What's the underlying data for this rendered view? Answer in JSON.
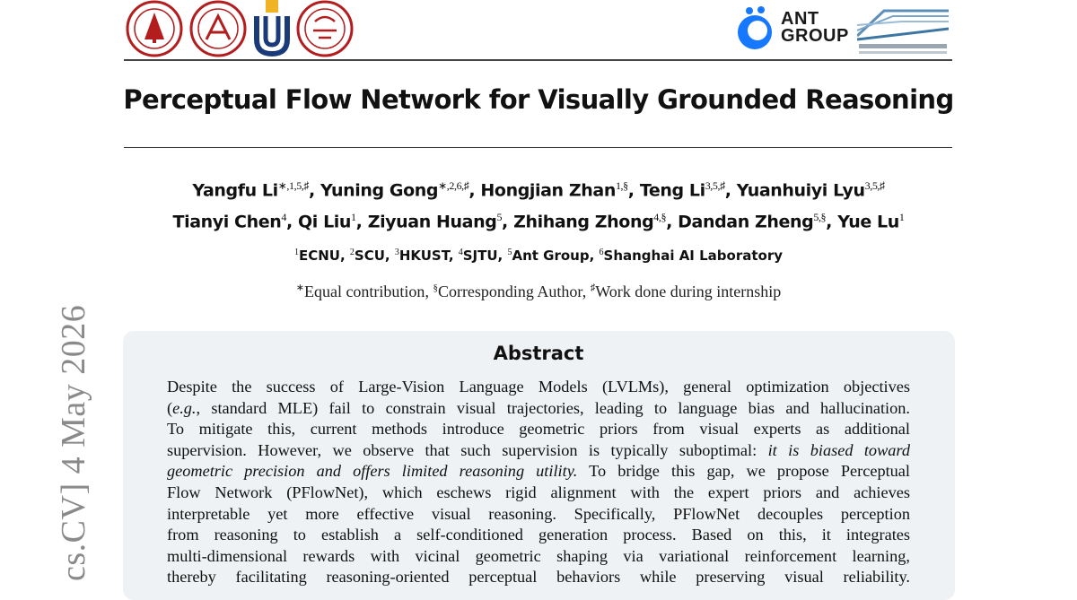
{
  "arxiv_stamp": "cs.CV]  4 May 2026",
  "logos": {
    "seal_1_name": "east-china-normal-university-seal",
    "seal_2_name": "sichuan-university-seal",
    "seal_3_name": "hkust-logo",
    "seal_4_name": "shanghai-jiao-tong-university-seal",
    "ant_line1": "ANT",
    "ant_line2": "GROUP",
    "brand_blue": "#1677ff",
    "seal_red": "#b31d1d"
  },
  "title": "Perceptual Flow Network for Visually Grounded Reasoning",
  "authors_line1": [
    {
      "name": "Yangfu Li",
      "sup": "∗,1,5,♯"
    },
    {
      "name": "Yuning Gong",
      "sup": "∗,2,6,♯"
    },
    {
      "name": "Hongjian Zhan",
      "sup": "1,§"
    },
    {
      "name": "Teng Li",
      "sup": "3,5,♯"
    },
    {
      "name": "Yuanhuiyi Lyu",
      "sup": "3,5,♯"
    }
  ],
  "authors_line2": [
    {
      "name": "Tianyi Chen",
      "sup": "4"
    },
    {
      "name": "Qi Liu",
      "sup": "1"
    },
    {
      "name": "Ziyuan Huang",
      "sup": "5"
    },
    {
      "name": "Zhihang Zhong",
      "sup": "4,§"
    },
    {
      "name": "Dandan Zheng",
      "sup": "5,§"
    },
    {
      "name": "Yue Lu",
      "sup": "1"
    }
  ],
  "affiliations": [
    {
      "sup": "1",
      "name": "ECNU"
    },
    {
      "sup": "2",
      "name": "SCU"
    },
    {
      "sup": "3",
      "name": "HKUST"
    },
    {
      "sup": "4",
      "name": "SJTU"
    },
    {
      "sup": "5",
      "name": "Ant Group"
    },
    {
      "sup": "6",
      "name": "Shanghai AI Laboratory"
    }
  ],
  "notes": [
    {
      "sup": "∗",
      "text": "Equal contribution"
    },
    {
      "sup": "§",
      "text": "Corresponding Author"
    },
    {
      "sup": "♯",
      "text": "Work done during internship"
    }
  ],
  "abstract": {
    "heading": "Abstract",
    "lines": [
      [
        {
          "t": "Despite the success of Large-Vision Language Models (LVLMs), general optimization objectives"
        }
      ],
      [
        {
          "t": "("
        },
        {
          "t": "e.g.",
          "i": true
        },
        {
          "t": ", standard MLE) fail to constrain visual trajectories, leading to language bias and hallucination."
        }
      ],
      [
        {
          "t": "To mitigate this, current methods introduce geometric priors from visual experts as additional"
        }
      ],
      [
        {
          "t": "supervision. However, we observe that such supervision is typically suboptimal: "
        },
        {
          "t": "it is biased toward",
          "i": true
        }
      ],
      [
        {
          "t": "geometric precision and offers limited reasoning utility.",
          "i": true
        },
        {
          "t": " To bridge this gap, we propose Perceptual"
        }
      ],
      [
        {
          "t": "Flow Network (PFlowNet), which eschews rigid alignment with the expert priors and achieves"
        }
      ],
      [
        {
          "t": "interpretable yet more effective visual reasoning.  Specifically, PFlowNet decouples perception"
        }
      ],
      [
        {
          "t": "from reasoning to establish a self-conditioned generation process.  Based on this, it integrates"
        }
      ],
      [
        {
          "t": "multi-dimensional rewards with vicinal geometric shaping via variational reinforcement learning,"
        }
      ],
      [
        {
          "t": "thereby facilitating reasoning-oriented perceptual behaviors while preserving visual reliability."
        }
      ]
    ]
  }
}
